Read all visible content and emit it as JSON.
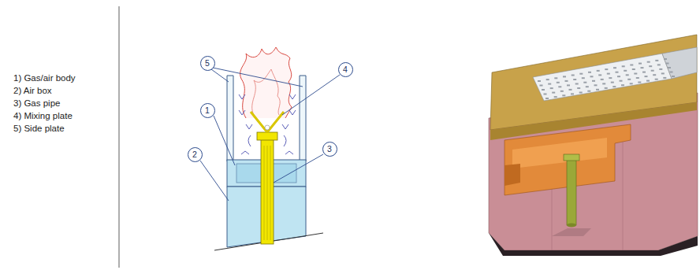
{
  "diagram": {
    "nodes": [
      {
        "text": [
          "5"
        ]
      },
      {
        "text": [
          "4"
        ]
      },
      {
        "text": [
          "1"
        ]
      },
      {
        "text": [
          "2"
        ]
      },
      {
        "text": [
          "3"
        ]
      }
    ],
    "labels": [
      "1) Gas/air body",
      "2) Air box",
      "3) Gas pipe",
      "4) Mixing plate",
      "5) Side plate"
    ]
  }
}
